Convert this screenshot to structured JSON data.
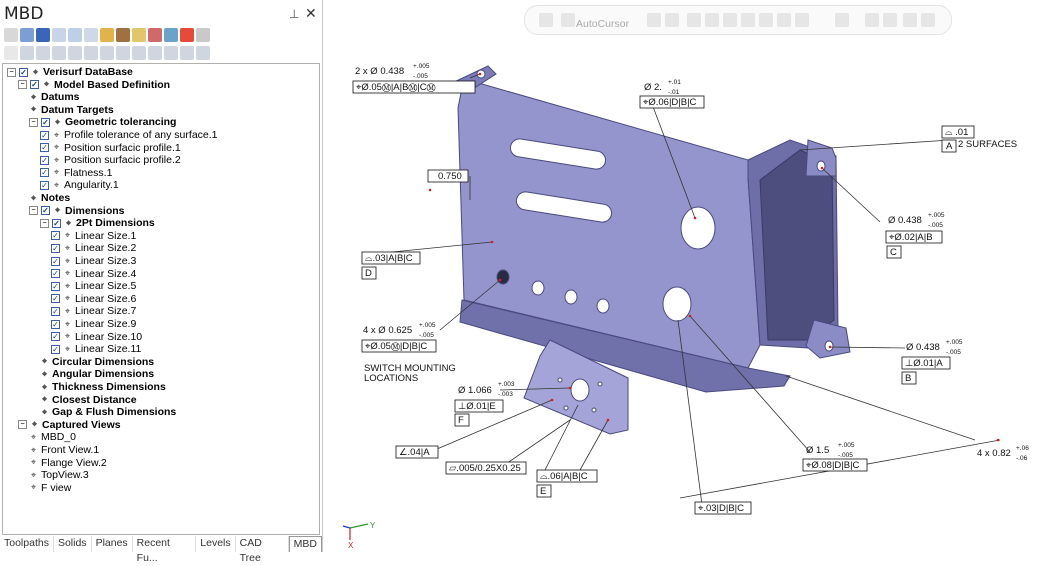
{
  "panel": {
    "title": "MBD",
    "pin_icon": "pin-icon",
    "close_icon": "close-icon"
  },
  "tree": [
    {
      "label": "Verisurf DataBase",
      "bold": true
    },
    {
      "label": "Model Based Definition",
      "bold": true
    },
    {
      "label": "Datums",
      "bold": true
    },
    {
      "label": "Datum Targets",
      "bold": true
    },
    {
      "label": "Geometric tolerancing",
      "bold": true
    },
    {
      "label": "Profile tolerance of any surface.1",
      "bold": false
    },
    {
      "label": "Position surfacic profile.1",
      "bold": false
    },
    {
      "label": "Position surfacic profile.2",
      "bold": false
    },
    {
      "label": "Flatness.1",
      "bold": false
    },
    {
      "label": "Angularity.1",
      "bold": false
    },
    {
      "label": "Notes",
      "bold": true
    },
    {
      "label": "Dimensions",
      "bold": true
    },
    {
      "label": "2Pt Dimensions",
      "bold": true
    },
    {
      "label": "Linear Size.1",
      "bold": false
    },
    {
      "label": "Linear Size.2",
      "bold": false
    },
    {
      "label": "Linear Size.3",
      "bold": false
    },
    {
      "label": "Linear Size.4",
      "bold": false
    },
    {
      "label": "Linear Size.5",
      "bold": false
    },
    {
      "label": "Linear Size.6",
      "bold": false
    },
    {
      "label": "Linear Size.7",
      "bold": false
    },
    {
      "label": "Linear Size.9",
      "bold": false
    },
    {
      "label": "Linear Size.10",
      "bold": false
    },
    {
      "label": "Linear Size.11",
      "bold": false
    },
    {
      "label": "Circular Dimensions",
      "bold": true
    },
    {
      "label": "Angular Dimensions",
      "bold": true
    },
    {
      "label": "Thickness Dimensions",
      "bold": true
    },
    {
      "label": "Closest Distance",
      "bold": true
    },
    {
      "label": "Gap & Flush Dimensions",
      "bold": true
    },
    {
      "label": "Captured Views",
      "bold": true
    },
    {
      "label": "MBD_0",
      "bold": false
    },
    {
      "label": "Front View.1",
      "bold": false
    },
    {
      "label": "Flange View.2",
      "bold": false
    },
    {
      "label": "TopView.3",
      "bold": false
    },
    {
      "label": "F view",
      "bold": false
    }
  ],
  "tabs": [
    "Toolpaths",
    "Solids",
    "Planes",
    "Recent Fu...",
    "Levels",
    "CAD Tree",
    "MBD"
  ],
  "toolbar3d": {
    "autocursor": "AutoCursor"
  },
  "annotations": {
    "a1": "2 x Ø 0.438",
    "a1_up": "+.005",
    "a1_lo": "-.005",
    "a1_fcf": "⌖Ø.05Ⓜ|A|BⓂ|CⓂ",
    "a2": "Ø  2.",
    "a2_up": "+.01",
    "a2_lo": "-.01",
    "a2_fcf": "⌖Ø.06|D|B|C",
    "a3": "⌓ .01",
    "a3_datum": "A",
    "a3_note": "2 SURFACES",
    "a4": "0.750",
    "a5": "Ø  0.438",
    "a5_up": "+.005",
    "a5_lo": "-.005",
    "a5_fcf": "⌖Ø.02|A|B",
    "a5_datum": "C",
    "a6_fcf": "⌓.03|A|B|C",
    "a6_datum": "D",
    "a7": "4 x Ø  0.625",
    "a7_up": "+.005",
    "a7_lo": "-.005",
    "a7_fcf": "⌖Ø.05Ⓜ|D|B|C",
    "a8": "SWITCH MOUNTING",
    "a8b": "LOCATIONS",
    "a9": "Ø  0.438",
    "a9_up": "+.005",
    "a9_lo": "-.005",
    "a9_fcf": "⊥Ø.01|A",
    "a9_datum": "B",
    "a10": "Ø  1.066",
    "a10_up": "+.003",
    "a10_lo": "-.003",
    "a10_fcf": "⊥Ø.01|E",
    "a10_datum": "F",
    "a11_fcf": "∠.04|A",
    "a12_fcf": "⏥.005/0.25X0.25",
    "a13_fcf": "⌓.06|A|B|C",
    "a13_datum": "E",
    "a14": "Ø  1.5",
    "a14_up": "+.005",
    "a14_lo": "-.005",
    "a14_fcf": "⌖Ø.08|D|B|C",
    "a15": "4 x  0.82",
    "a15_up": "+.06",
    "a15_lo": "-.06",
    "a16_fcf": "⌖.03|D|B|C"
  },
  "colors": {
    "part": "#8a8ac4",
    "part_dark": "#5e5e95",
    "part_light": "#a8a8d8",
    "accent": "#cc2222"
  }
}
